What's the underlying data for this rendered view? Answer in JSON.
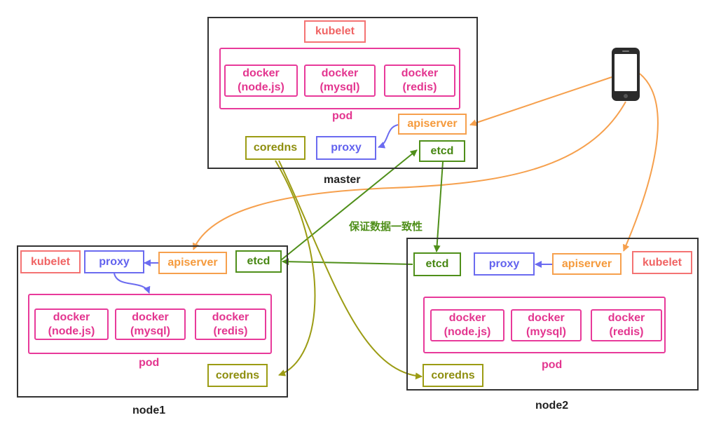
{
  "master": {
    "label": "master",
    "kubelet": "kubelet",
    "pod_label": "pod",
    "containers": [
      {
        "line1": "docker",
        "line2": "(node.js)"
      },
      {
        "line1": "docker",
        "line2": "(mysql)"
      },
      {
        "line1": "docker",
        "line2": "(redis)"
      }
    ],
    "apiserver": "apiserver",
    "coredns": "coredns",
    "proxy": "proxy",
    "etcd": "etcd"
  },
  "node1": {
    "label": "node1",
    "kubelet": "kubelet",
    "proxy": "proxy",
    "apiserver": "apiserver",
    "etcd": "etcd",
    "pod_label": "pod",
    "containers": [
      {
        "line1": "docker",
        "line2": "(node.js)"
      },
      {
        "line1": "docker",
        "line2": "(mysql)"
      },
      {
        "line1": "docker",
        "line2": "(redis)"
      }
    ],
    "coredns": "coredns"
  },
  "node2": {
    "label": "node2",
    "etcd": "etcd",
    "proxy": "proxy",
    "apiserver": "apiserver",
    "kubelet": "kubelet",
    "pod_label": "pod",
    "containers": [
      {
        "line1": "docker",
        "line2": "(node.js)"
      },
      {
        "line1": "docker",
        "line2": "(mysql)"
      },
      {
        "line1": "docker",
        "line2": "(redis)"
      }
    ],
    "coredns": "coredns"
  },
  "consistency_note": "保证数据一致性",
  "colors": {
    "kubelet": "#f47373",
    "apiserver": "#f6a04d",
    "proxy": "#6b6bf0",
    "etcd": "#4f8f1a",
    "coredns": "#9c9c14",
    "pod": "#e83a9a",
    "frame": "#333333"
  },
  "icons": {
    "client": "smartphone-icon"
  }
}
